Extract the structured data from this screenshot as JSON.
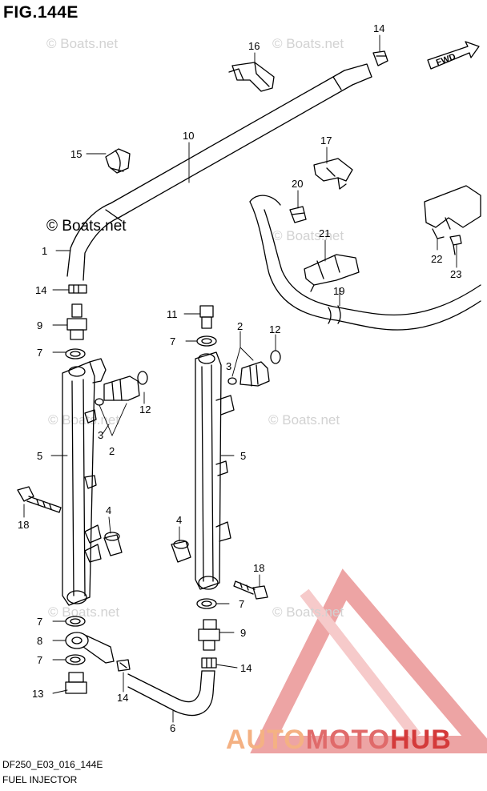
{
  "figure": {
    "title": "FIG.144E",
    "code": "DF250_E03_016_144E",
    "subtitle": "FUEL INJECTOR"
  },
  "watermark": {
    "text": "© Boats.net",
    "main_text": "© Boats.net"
  },
  "brand": {
    "part1": "AUTO",
    "part2": "MOTO",
    "part3": "HUB",
    "color_auto": "#f4b183",
    "color_moto": "#e06a6a",
    "color_hub": "#d43a3a"
  },
  "fwd_label": "FWD",
  "callouts": [
    "14",
    "16",
    "10",
    "15",
    "17",
    "20",
    "21",
    "22",
    "23",
    "19",
    "1",
    "14",
    "9",
    "11",
    "7",
    "2",
    "12",
    "7",
    "3",
    "3",
    "12",
    "2",
    "5",
    "5",
    "18",
    "4",
    "4",
    "18",
    "7",
    "7",
    "8",
    "9",
    "7",
    "14",
    "13",
    "14",
    "6"
  ]
}
